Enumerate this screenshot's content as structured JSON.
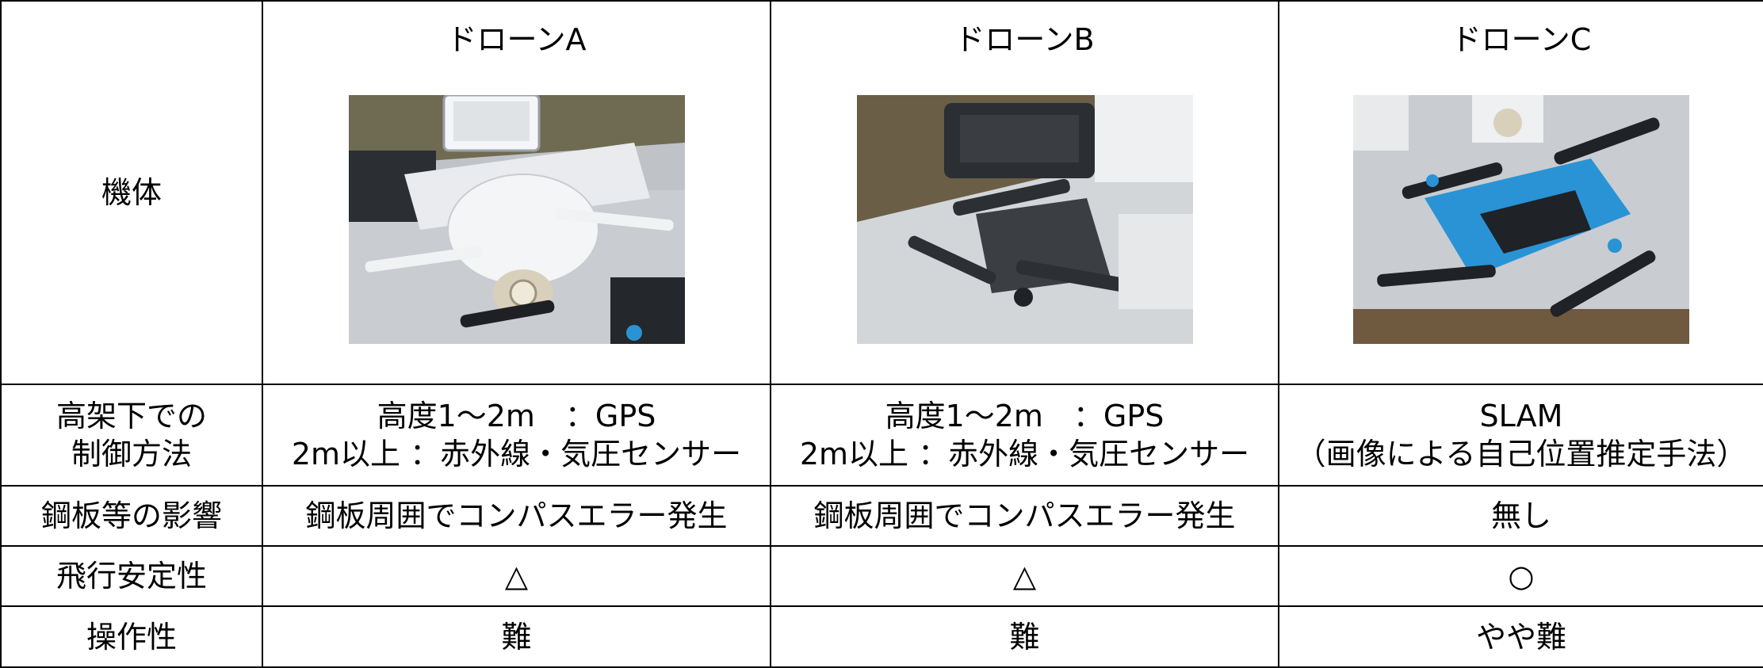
{
  "table": {
    "models": [
      {
        "name": "ドローンA",
        "photo": "drone-a-photo"
      },
      {
        "name": "ドローンB",
        "photo": "drone-b-photo"
      },
      {
        "name": "ドローンC",
        "photo": "drone-c-photo"
      }
    ],
    "rows": {
      "body": {
        "label": "機体"
      },
      "control": {
        "label_lines": [
          "高架下での",
          "制御方法"
        ],
        "values": [
          [
            "高度1～2m　：GPS",
            "2m以上 ：赤外線・気圧センサー"
          ],
          [
            "高度1～2m　：GPS",
            "2m以上 ：赤外線・気圧センサー"
          ],
          [
            "SLAM",
            "（画像による自己位置推定手法）"
          ]
        ]
      },
      "steel": {
        "label": "鋼板等の影響",
        "values": [
          "鋼板周囲でコンパスエラー発生",
          "鋼板周囲でコンパスエラー発生",
          "無し"
        ]
      },
      "stability": {
        "label": "飛行安定性",
        "values": [
          "△",
          "△",
          "○"
        ]
      },
      "operability": {
        "label": "操作性",
        "values": [
          "難",
          "難",
          "やや難"
        ]
      }
    }
  },
  "colors": {
    "border": "#000000",
    "background": "#ffffff",
    "tarp": "#c9ccd0",
    "drone_white": "#eef0f2",
    "drone_blue": "#2a93d6",
    "drone_dark": "#3b3f44",
    "soil": "#6f5a40"
  }
}
